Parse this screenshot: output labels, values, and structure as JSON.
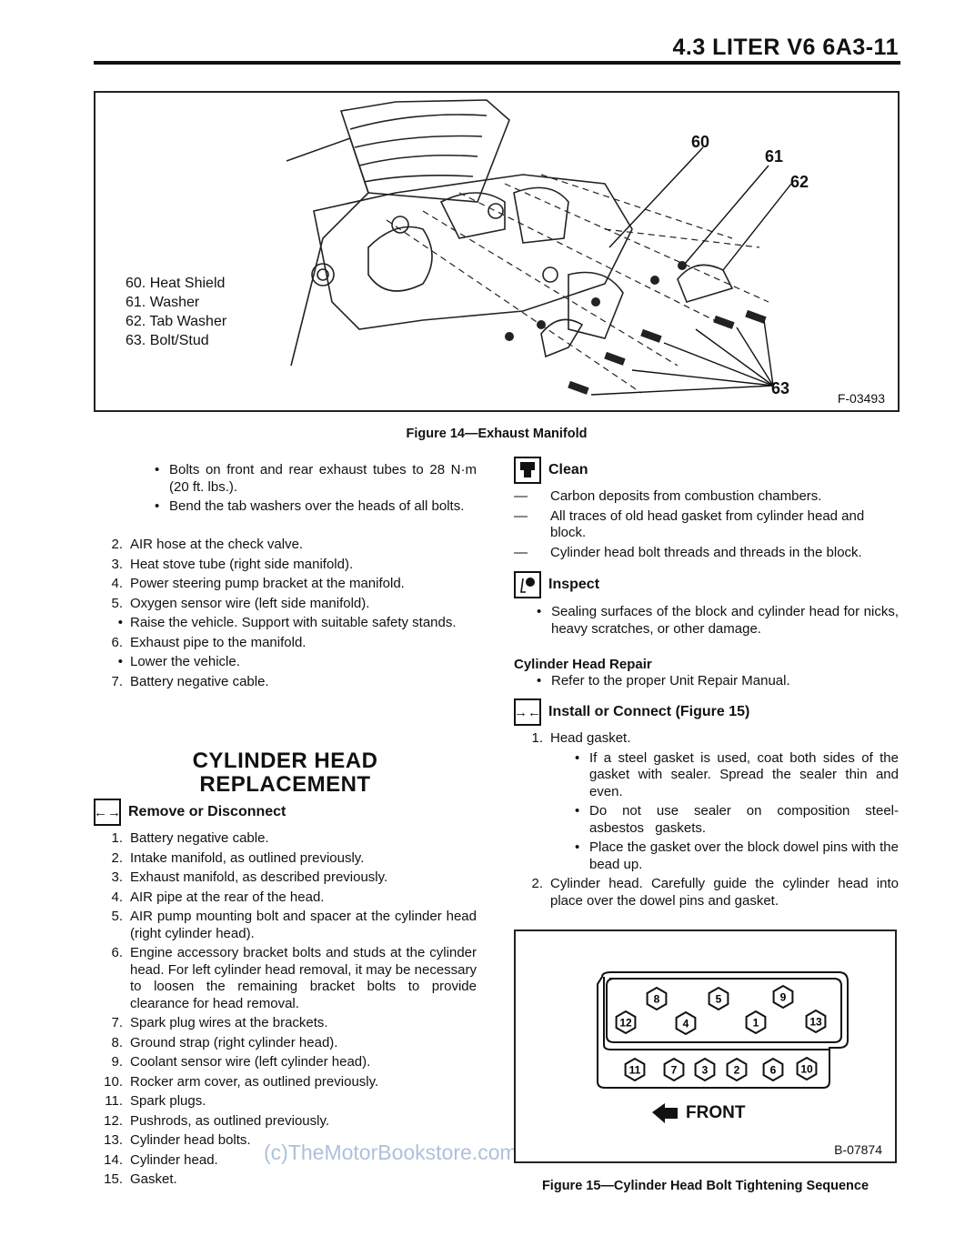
{
  "header": {
    "title": "4.3 LITER V6  6A3-11"
  },
  "figure14": {
    "legend": [
      "60. Heat Shield",
      "61. Washer",
      "62. Tab Washer",
      "63. Bolt/Stud"
    ],
    "callouts": [
      "60",
      "61",
      "62",
      "63"
    ],
    "code": "F-03493",
    "caption": "Figure 14—Exhaust Manifold"
  },
  "left": {
    "sub_bullets": [
      "Bolts on front and rear exhaust tubes to 28 N·m (20 ft. lbs.).",
      "Bend the tab washers over the heads of all bolts."
    ],
    "items": [
      {
        "n": "2.",
        "t": "AIR hose at the check valve."
      },
      {
        "n": "3.",
        "t": "Heat stove tube (right side manifold)."
      },
      {
        "n": "4.",
        "t": "Power steering pump bracket at the manifold."
      },
      {
        "n": "5.",
        "t": "Oxygen sensor wire (left side manifold)."
      },
      {
        "n": "•",
        "t": "Raise the vehicle. Support with suitable safety stands."
      },
      {
        "n": "6.",
        "t": "Exhaust pipe to the manifold."
      },
      {
        "n": "•",
        "t": "Lower the vehicle."
      },
      {
        "n": "7.",
        "t": "Battery negative cable."
      }
    ],
    "section_title_1": "CYLINDER HEAD",
    "section_title_2": "REPLACEMENT",
    "remove_label": "Remove or Disconnect",
    "remove_icon": "←→",
    "remove_items": [
      {
        "n": "1.",
        "t": "Battery negative cable."
      },
      {
        "n": "2.",
        "t": "Intake manifold, as outlined previously."
      },
      {
        "n": "3.",
        "t": "Exhaust manifold, as described previously."
      },
      {
        "n": "4.",
        "t": "AIR pipe at the rear of the head."
      },
      {
        "n": "5.",
        "t": "AIR pump mounting bolt and spacer at the cylinder head (right cylinder head)."
      },
      {
        "n": "6.",
        "t": "Engine accessory bracket bolts and studs at the cylinder head. For left cylinder head removal, it may be necessary to loosen the remaining bracket bolts to provide clearance for head removal."
      },
      {
        "n": "7.",
        "t": "Spark plug wires at the brackets."
      },
      {
        "n": "8.",
        "t": "Ground strap (right cylinder head)."
      },
      {
        "n": "9.",
        "t": "Coolant sensor wire (left cylinder head)."
      },
      {
        "n": "10.",
        "t": "Rocker arm cover, as outlined previously."
      },
      {
        "n": "11.",
        "t": "Spark plugs."
      },
      {
        "n": "12.",
        "t": "Pushrods, as outlined previously."
      },
      {
        "n": "13.",
        "t": "Cylinder head bolts."
      },
      {
        "n": "14.",
        "t": "Cylinder head."
      },
      {
        "n": "15.",
        "t": "Gasket."
      }
    ],
    "watermark": "(c)TheMotorBookstore.com"
  },
  "right": {
    "clean_label": "Clean",
    "clean_items": [
      "Carbon deposits from combustion chambers.",
      "All traces of old head gasket from cylinder head and block.",
      "Cylinder head bolt threads and threads in the block."
    ],
    "inspect_label": "Inspect",
    "inspect_items": [
      "Sealing surfaces of the block and cylinder head for nicks, heavy scratches, or other damage."
    ],
    "repair_title": "Cylinder Head Repair",
    "repair_items": [
      "Refer to the proper Unit Repair Manual."
    ],
    "install_label": "Install or Connect (Figure 15)",
    "install_icon": "→←",
    "install_items": [
      {
        "n": "1.",
        "t": "Head gasket."
      },
      {
        "n": "2.",
        "t": "Cylinder head. Carefully guide the cylinder head into place over the dowel pins and gasket."
      }
    ],
    "gasket_bullets": [
      "If a steel gasket is used, coat both sides of the gasket with sealer. Spread the sealer thin and even.",
      "Do not use sealer on composition steel-asbestos gaskets.",
      "Place the gasket over the block dowel pins with the bead up."
    ]
  },
  "figure15": {
    "bolts_top": [
      "8",
      "5",
      "9"
    ],
    "bolts_mid": [
      "12",
      "4",
      "1",
      "13"
    ],
    "bolts_bottom": [
      "11",
      "7",
      "3",
      "2",
      "6",
      "10"
    ],
    "front_label": "FRONT",
    "code": "B-07874",
    "caption": "Figure 15—Cylinder Head Bolt Tightening Sequence"
  }
}
